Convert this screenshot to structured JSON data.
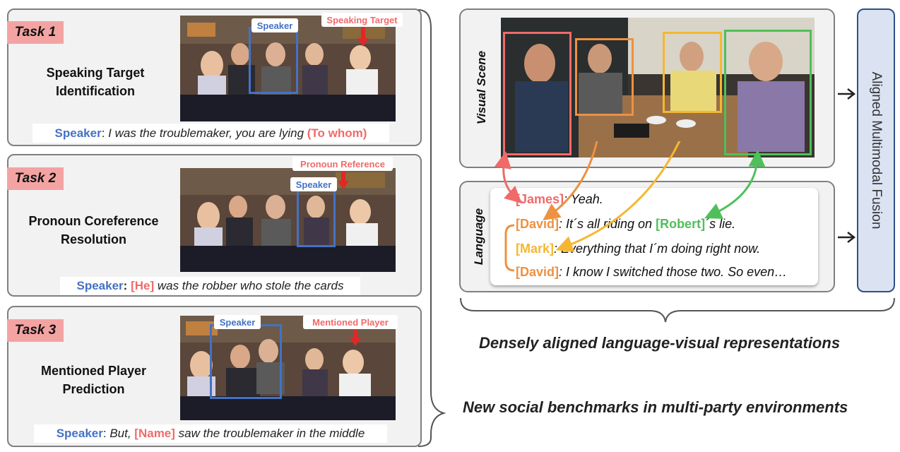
{
  "tasks": [
    {
      "badge": "Task 1",
      "title_line1": "Speaking Target",
      "title_line2": "Identification",
      "tag_speaker": "Speaker",
      "tag_target": "Speaking Target",
      "cap_speaker": "Speaker",
      "cap_colon": ": ",
      "cap_text": "I was the troublemaker, you are lying ",
      "cap_red": "(To whom)"
    },
    {
      "badge": "Task 2",
      "title_line1": "Pronoun Coreference",
      "title_line2": "Resolution",
      "tag_speaker": "Speaker",
      "tag_target": "Pronoun Reference",
      "cap_speaker": "Speaker",
      "cap_colon": ": ",
      "cap_red": "[He]",
      "cap_text": " was the robber who stole the cards"
    },
    {
      "badge": "Task 3",
      "title_line1": "Mentioned Player",
      "title_line2": "Prediction",
      "tag_speaker": "Speaker",
      "tag_target": "Mentioned Player",
      "cap_speaker": "Speaker",
      "cap_colon": ": ",
      "cap_text1": "But, ",
      "cap_red": "[Name]",
      "cap_text2": " saw the troublemaker in the middle"
    }
  ],
  "right": {
    "visual_label": "Visual Scene",
    "language_label": "Language",
    "dialogue": [
      {
        "name": "[James]",
        "color": "#f06a6a",
        "text": ": Yeah."
      },
      {
        "name": "[David]",
        "color": "#ed9142",
        "text_before": ": It´s all riding on ",
        "name2": "[Robert]",
        "color2": "#4fbf5a",
        "text_after": "´s lie."
      },
      {
        "name": "[Mark]",
        "color": "#f5b731",
        "text": ": Everything that I´m doing right now."
      },
      {
        "name": "[David]",
        "color": "#ed9142",
        "text": ": I know I switched those two. So even…"
      }
    ],
    "fusion_label": "Aligned Multimodal Fusion",
    "dense_caption": "Densely aligned language-visual representations",
    "benchmark_caption": "New social benchmarks in multi-party environments"
  },
  "colors": {
    "red": "#f06a6a",
    "blue": "#4472c4",
    "orange": "#ed9142",
    "yellow": "#f5b731",
    "green": "#4fbf5a",
    "badge": "#f4a3a3",
    "fusion_fill": "#dbe3f3",
    "fusion_border": "#2f4f85"
  }
}
